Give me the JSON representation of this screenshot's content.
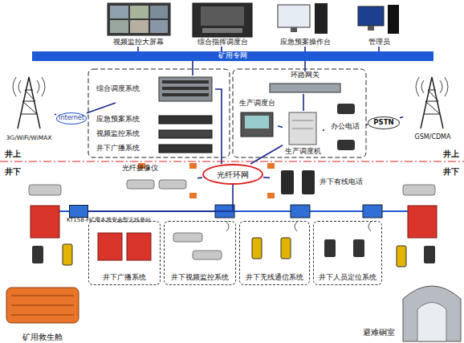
{
  "diagram": {
    "nodes": [
      {
        "text": [
          "视频监控大屏幕"
        ]
      },
      {
        "text": [
          "综合指挥调度台"
        ]
      },
      {
        "text": [
          "应急预案操作台"
        ]
      },
      {
        "text": [
          "管理员"
        ]
      },
      {
        "text": [
          "矿用专网"
        ]
      },
      {
        "text": [
          "Internet"
        ]
      },
      {
        "text": [
          "3G/WiFi/WiMAX"
        ]
      },
      {
        "text": [
          "综合调度系统"
        ]
      },
      {
        "text": [
          "应急预案系统"
        ]
      },
      {
        "text": [
          "视频监控系统"
        ]
      },
      {
        "text": [
          "井下广播系统"
        ]
      },
      {
        "text": [
          "环路网关"
        ]
      },
      {
        "text": [
          "生产调度台"
        ]
      },
      {
        "text": [
          "生产调度机"
        ]
      },
      {
        "text": [
          "办公电话"
        ]
      },
      {
        "text": [
          "PSTN"
        ]
      },
      {
        "text": [
          "GSM/CDMA"
        ]
      },
      {
        "text": [
          "光纤环网"
        ]
      },
      {
        "text": [
          "光纤摄像仪"
        ]
      },
      {
        "text": [
          "井下有线电话"
        ]
      },
      {
        "text": [
          "KT158-F矿用本质安全型无线基站"
        ]
      },
      {
        "text": [
          "井下广播系统"
        ]
      },
      {
        "text": [
          "井下视频监控系统"
        ]
      },
      {
        "text": [
          "井下无线通信系统"
        ]
      },
      {
        "text": [
          "井下人员定位系统"
        ]
      },
      {
        "text": [
          "矿用救生舱"
        ]
      },
      {
        "text": [
          "避难硐室"
        ]
      }
    ],
    "edges": [
      {
        "from": 0,
        "to": 4,
        "arrow": "none"
      },
      {
        "from": 1,
        "to": 4,
        "arrow": "none"
      },
      {
        "from": 2,
        "to": 4,
        "arrow": "none"
      },
      {
        "from": 3,
        "to": 4,
        "arrow": "none"
      },
      {
        "from": 7,
        "to": 4,
        "arrow": "none"
      },
      {
        "from": 11,
        "to": 4,
        "arrow": "none"
      },
      {
        "from": 6,
        "to": 5,
        "arrow": "none"
      },
      {
        "from": 5,
        "to": 7,
        "arrow": "none"
      },
      {
        "from": 11,
        "to": 13,
        "arrow": "none"
      },
      {
        "from": 12,
        "to": 13,
        "arrow": "none"
      },
      {
        "from": 13,
        "to": 14,
        "arrow": "none"
      },
      {
        "from": 14,
        "to": 15,
        "arrow": "none"
      },
      {
        "from": 16,
        "to": 15,
        "arrow": "none"
      },
      {
        "from": 7,
        "to": 17,
        "arrow": "none"
      },
      {
        "from": 13,
        "to": 17,
        "arrow": "none"
      },
      {
        "from": 17,
        "to": 18,
        "arrow": "none"
      },
      {
        "from": 17,
        "to": 19,
        "arrow": "none"
      },
      {
        "from": 17,
        "to": 20,
        "arrow": "none"
      }
    ],
    "labels": [
      "井上",
      "井上",
      "井下",
      "井下"
    ]
  }
}
